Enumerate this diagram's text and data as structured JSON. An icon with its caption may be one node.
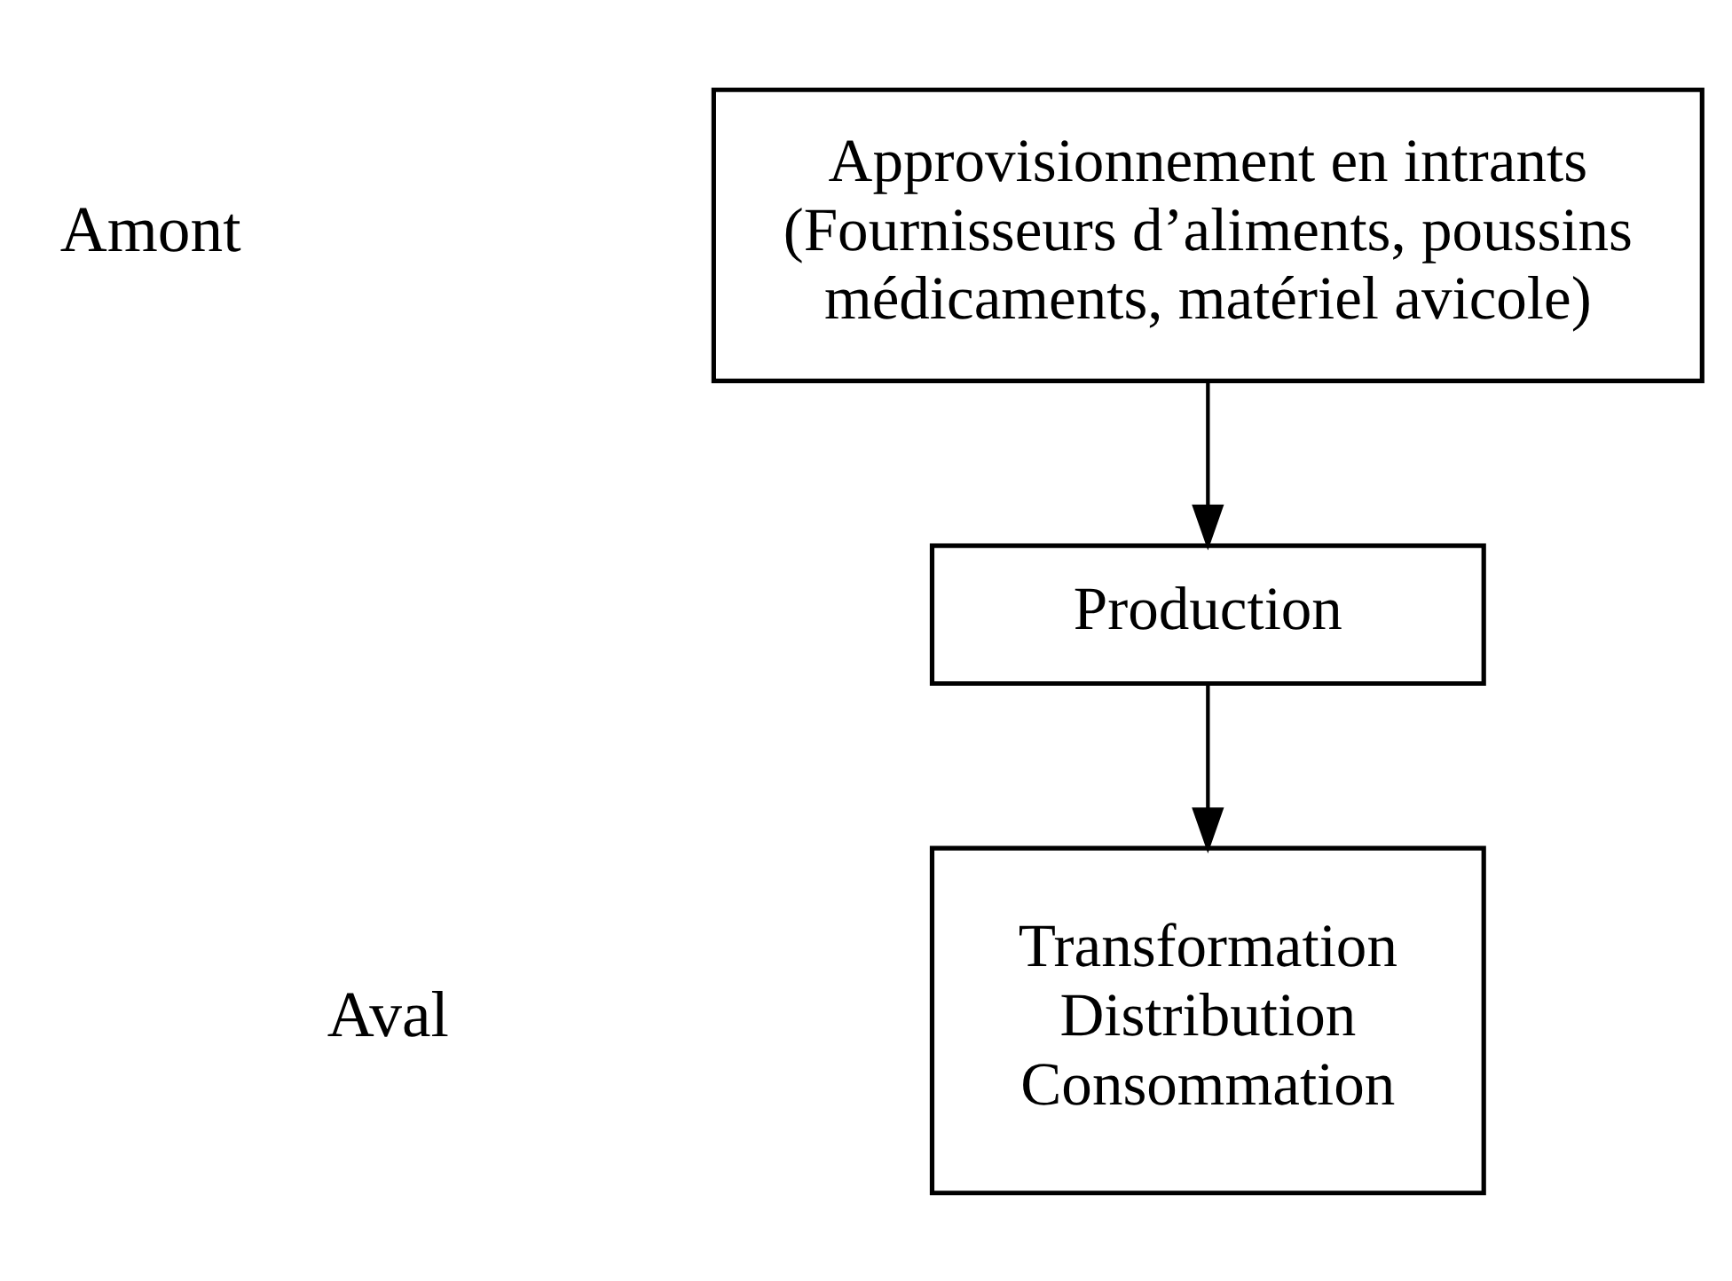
{
  "diagram": {
    "nodes": [
      {
        "text": [
          "Approvisionnement en intrants",
          "(Fournisseurs d’aliments, poussins médicaments, matériel avicole)"
        ]
      },
      {
        "text": [
          "Production"
        ]
      },
      {
        "text": [
          "Transformation",
          "Distribution",
          "Consommation"
        ]
      }
    ],
    "edges": [
      {
        "from": 0,
        "to": 1,
        "arrow": "to"
      },
      {
        "from": 1,
        "to": 2,
        "arrow": "to"
      }
    ],
    "labels": [
      "Amont",
      "Aval"
    ]
  }
}
